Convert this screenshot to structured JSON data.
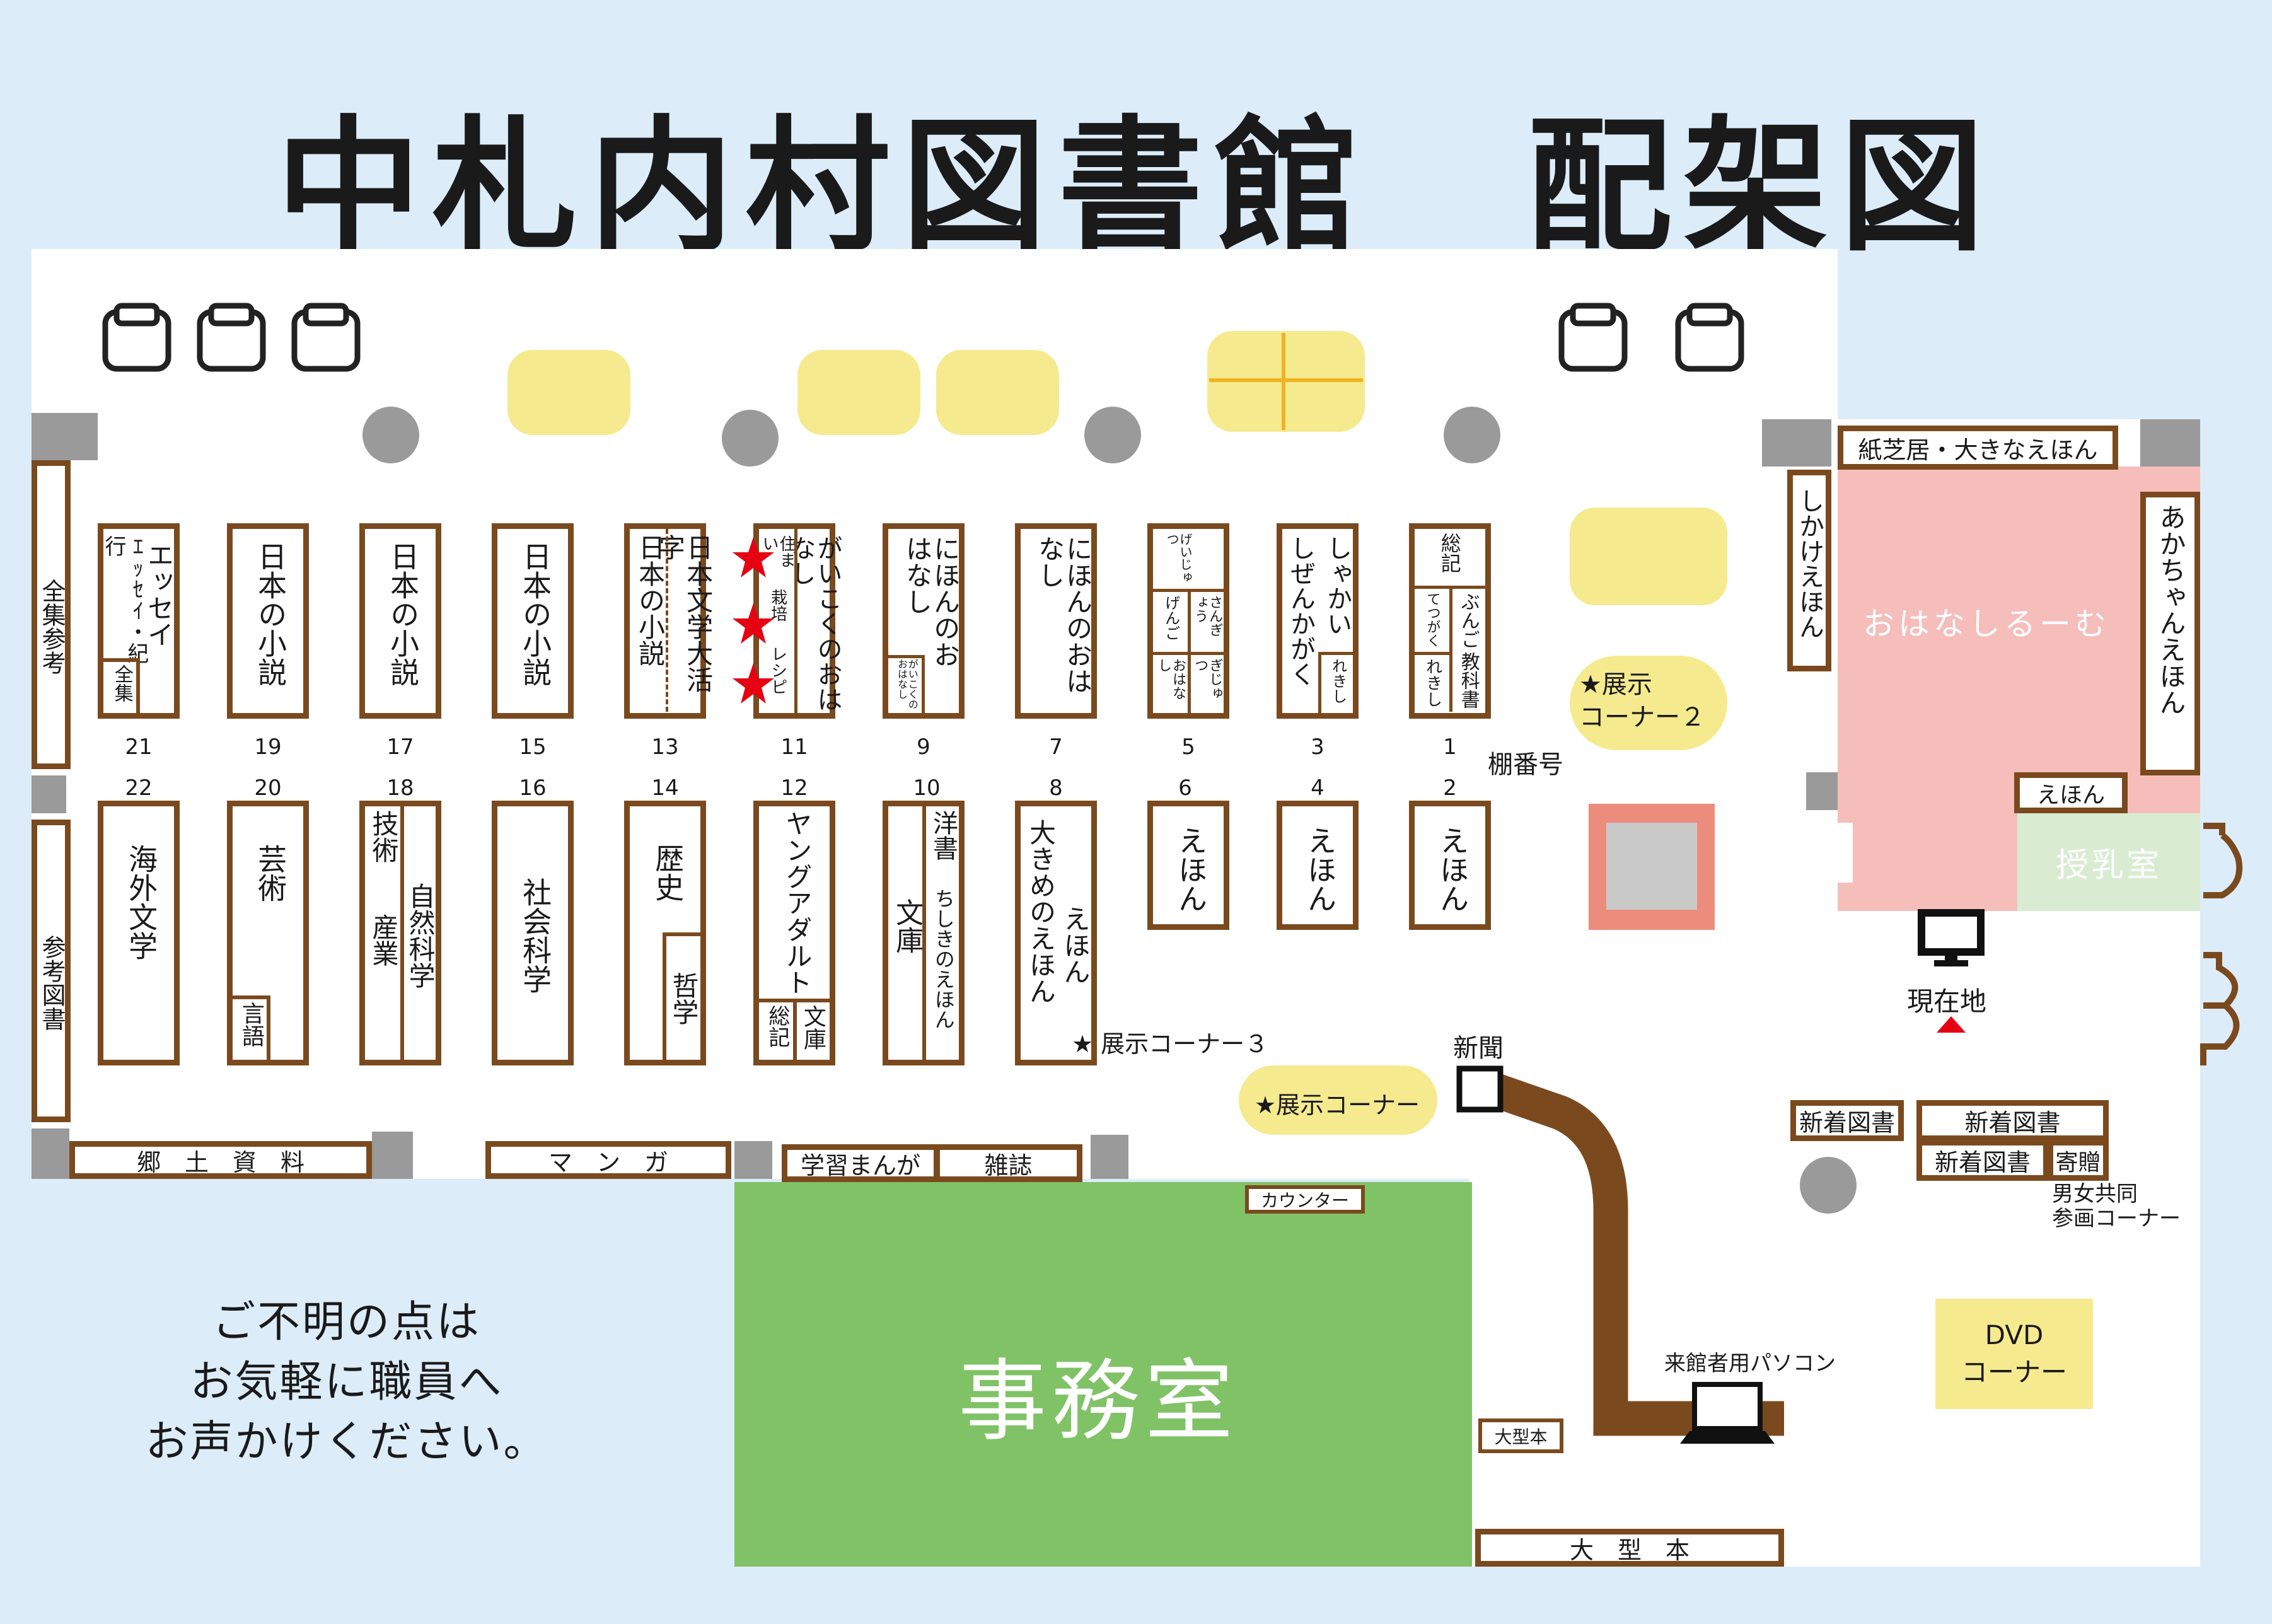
{
  "title": "中札内村図書館　配架図",
  "side": {
    "zenshu_sanko": "全集参考",
    "sanko_tosho": "参考図書"
  },
  "shelf_numbers": {
    "top": [
      "21",
      "19",
      "17",
      "15",
      "13",
      "11",
      "9",
      "7",
      "5",
      "3",
      "1"
    ],
    "bottom": [
      "22",
      "20",
      "18",
      "16",
      "14",
      "12",
      "10",
      "8",
      "6",
      "4",
      "2"
    ],
    "label": "棚番号"
  },
  "shelves_top": {
    "s21_a": "エッセイ",
    "s21_b": "ｴｯｾｲ・紀行",
    "s21_c": "全集",
    "s19": "日本の小説",
    "s17": "日本の小説",
    "s15": "日本の小説",
    "s13_a": "日本文学大活字",
    "s13_b": "日本の小説",
    "s11_a": "住まい",
    "s11_b": "栽培",
    "s11_c": "レシピ",
    "s11_d": "がいこくのおはなし",
    "s9_a": "にほんのおはなし",
    "s9_b": "がいこくのおはなし",
    "s7": "にほんのおはなし",
    "s5_a": "げいじゅつ",
    "s5_b": "げんご",
    "s5_c": "さんぎょう",
    "s5_d": "おはなし",
    "s5_e": "ぎじゅつ",
    "s3_a": "しぜんかがく",
    "s3_b": "しゃかい",
    "s3_c": "れきし",
    "s1_a": "総記",
    "s1_b": "てつがく",
    "s1_c": "れきし",
    "s1_d": "ぶんご",
    "s1_e": "教科書"
  },
  "shelves_bottom": {
    "s22": "海外文学",
    "s20_a": "芸術",
    "s20_b": "言語",
    "s18_a": "技術",
    "s18_b": "産業",
    "s18_c": "自然科学",
    "s16": "社会科学",
    "s14_a": "歴史",
    "s14_b": "哲学",
    "s12_a": "ヤングアダルト",
    "s12_b": "総記",
    "s12_c": "文庫",
    "s10_a": "文庫",
    "s10_b": "洋書",
    "s10_c": "ちしきのえほん",
    "s8_a": "大きめのえほん",
    "s8_b": "えほん",
    "s6": "えほん",
    "s4": "えほん",
    "s2": "えほん"
  },
  "bottom_shelves": {
    "kyodo": "郷　土　資　料",
    "manga": "マ　ン　ガ",
    "gakushu": "学習まんが",
    "zasshi": "雑誌",
    "ogata1": "大型本",
    "ogata2": "大　型　本",
    "counter": "カウンター"
  },
  "rooms": {
    "office": "事務室",
    "ohanashi": "おはなしるーむ",
    "junyu": "授乳室",
    "dvd": "DVD\nコーナー"
  },
  "kids": {
    "kamishibai": "紙芝居・大きなえほん",
    "shikake": "しかけえほん",
    "akachan": "あかちゃんえほん",
    "ehon": "えほん"
  },
  "labels": {
    "tenji2": "★展示\nコーナー２",
    "tenji3": "★ 展示コーナー３",
    "tenji": "★展示コーナー",
    "shinbun": "新聞",
    "genzaichi": "現在地",
    "pc": "来館者用パソコン",
    "shinchaku1": "新着図書",
    "shinchaku2": "新着図書",
    "shinchaku3": "新着図書",
    "kizou": "寄贈",
    "sankaku": "男女共同\n参画コーナー"
  },
  "notice": "ご不明の点は\nお気軽に職員へ\nお声かけください。",
  "colors": {
    "shelf": "#7a4a1e",
    "office": "#80c266",
    "ohanashi": "#f5bebb",
    "junyu": "#d9ecd2",
    "table": "#f6ea8f",
    "bg": "#dcecf9"
  }
}
